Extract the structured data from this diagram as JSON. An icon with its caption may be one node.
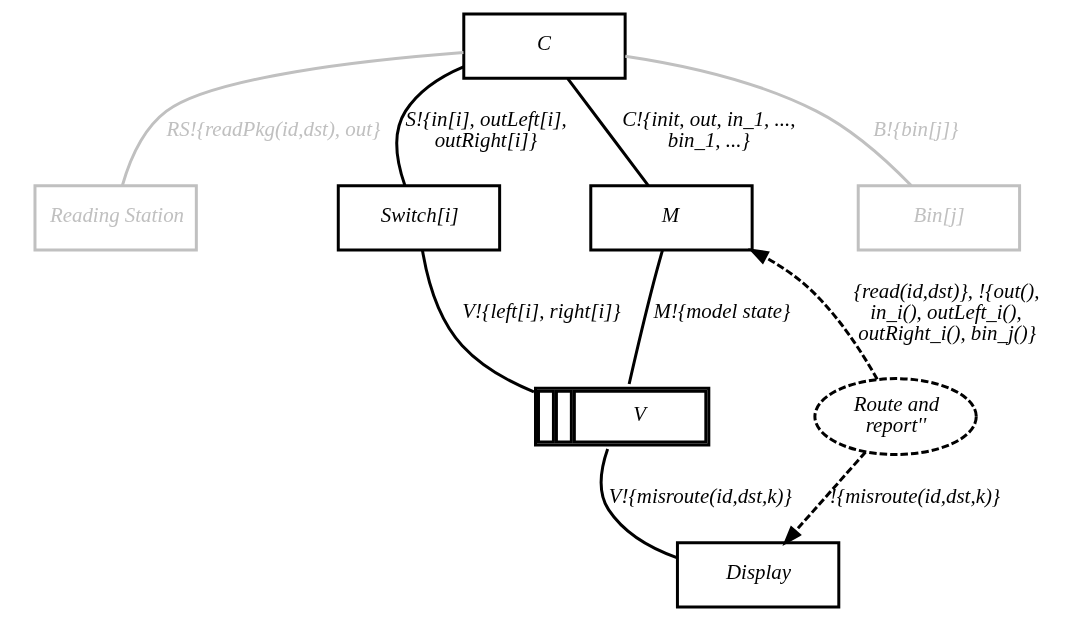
{
  "diagram": {
    "nodes": [
      {
        "text": [
          "Reading Station"
        ]
      },
      {
        "text": [
          "C"
        ]
      },
      {
        "text": [
          "Switch[i]"
        ]
      },
      {
        "text": [
          "M"
        ]
      },
      {
        "text": [
          "Bin[j]"
        ]
      },
      {
        "text": [
          "V"
        ]
      },
      {
        "text": [
          "Display"
        ]
      },
      {
        "text": [
          "Route and report''"
        ]
      }
    ],
    "edges": [
      {
        "from": 1,
        "to": 0,
        "arrow": "none",
        "label": "RS!{readPkg(id,dst), out}",
        "color": "#c0c0c0"
      },
      {
        "from": 1,
        "to": 2,
        "arrow": "none",
        "label": "S!{in[i], outLeft[i], outRight[i]}"
      },
      {
        "from": 1,
        "to": 3,
        "arrow": "none",
        "label": "C!{init, out, in_1, ..., bin_1, ...}"
      },
      {
        "from": 1,
        "to": 4,
        "arrow": "none",
        "label": "B!{bin[j]}",
        "color": "#c0c0c0"
      },
      {
        "from": 3,
        "to": 5,
        "arrow": "none",
        "label": "M!{model state}"
      },
      {
        "from": 5,
        "to": 2,
        "arrow": "none",
        "label": "V!{left[i], right[i]}"
      },
      {
        "from": 5,
        "to": 6,
        "arrow": "none",
        "label": "V!{misroute(id,dst,k)}"
      },
      {
        "from": 7,
        "to": 3,
        "arrow": "to",
        "style": "dashed",
        "label": "{read(id,dst)}, !{out(), in_i(), outLeft_i(), outRight_i(), bin_j()}"
      },
      {
        "from": 7,
        "to": 6,
        "arrow": "to",
        "style": "dashed",
        "label": "!{misroute(id,dst,k)}"
      }
    ]
  }
}
